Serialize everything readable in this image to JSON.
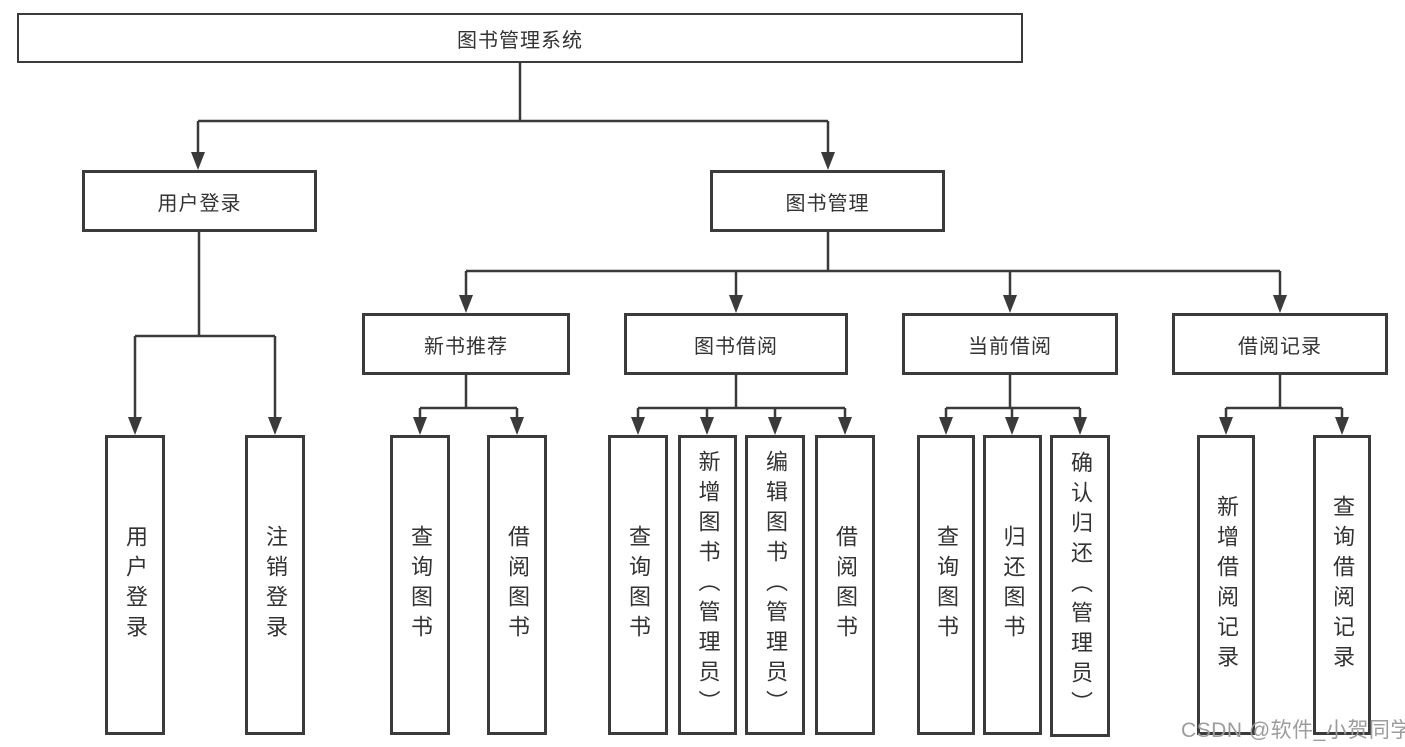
{
  "tree": {
    "label": "图书管理系统",
    "children": [
      {
        "label": "用户登录",
        "children": [
          {
            "label": "用户登录"
          },
          {
            "label": "注销登录"
          }
        ]
      },
      {
        "label": "图书管理",
        "children": [
          {
            "label": "新书推荐",
            "children": [
              {
                "label": "查询图书"
              },
              {
                "label": "借阅图书"
              }
            ]
          },
          {
            "label": "图书借阅",
            "children": [
              {
                "label": "查询图书"
              },
              {
                "label": "新增图书（管理员）"
              },
              {
                "label": "编辑图书（管理员）"
              },
              {
                "label": "借阅图书"
              }
            ]
          },
          {
            "label": "当前借阅",
            "children": [
              {
                "label": "查询图书"
              },
              {
                "label": "归还图书"
              },
              {
                "label": "确认归还（管理员）"
              }
            ]
          },
          {
            "label": "借阅记录",
            "children": [
              {
                "label": "新增借阅记录"
              },
              {
                "label": "查询借阅记录"
              }
            ]
          }
        ]
      }
    ]
  },
  "watermark": "CSDN @软件_小贺同学",
  "colors": {
    "line": "#3a3a3a",
    "border": "#3b3b3b",
    "text": "#333333",
    "watermark": "#9c9c9c",
    "background": "#ffffff"
  }
}
